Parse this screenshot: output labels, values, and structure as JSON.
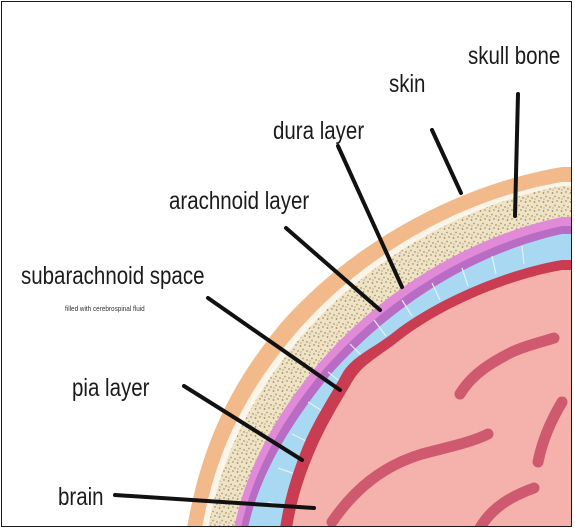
{
  "labels": {
    "skull_bone": "skull bone",
    "skin": "skin",
    "dura_layer": "dura layer",
    "arachnoid_layer": "arachnoid layer",
    "subarachnoid_space": "subarachnoid space",
    "subarachnoid_note": "filled with cerebrospinal fluid",
    "pia_layer": "pia layer",
    "brain": "brain"
  },
  "colors": {
    "skin": "#f2b98a",
    "skull_bone": "#efe3c6",
    "skull_speckle": "#a08a63",
    "dura": "#e08ad8",
    "arachnoid": "#b86cc4",
    "subarachnoid_space": "#a9d8f2",
    "pia": "#c93c52",
    "brain": "#f5b2ad",
    "brain_folds": "#cf5a70",
    "leader_lines": "#111111"
  }
}
